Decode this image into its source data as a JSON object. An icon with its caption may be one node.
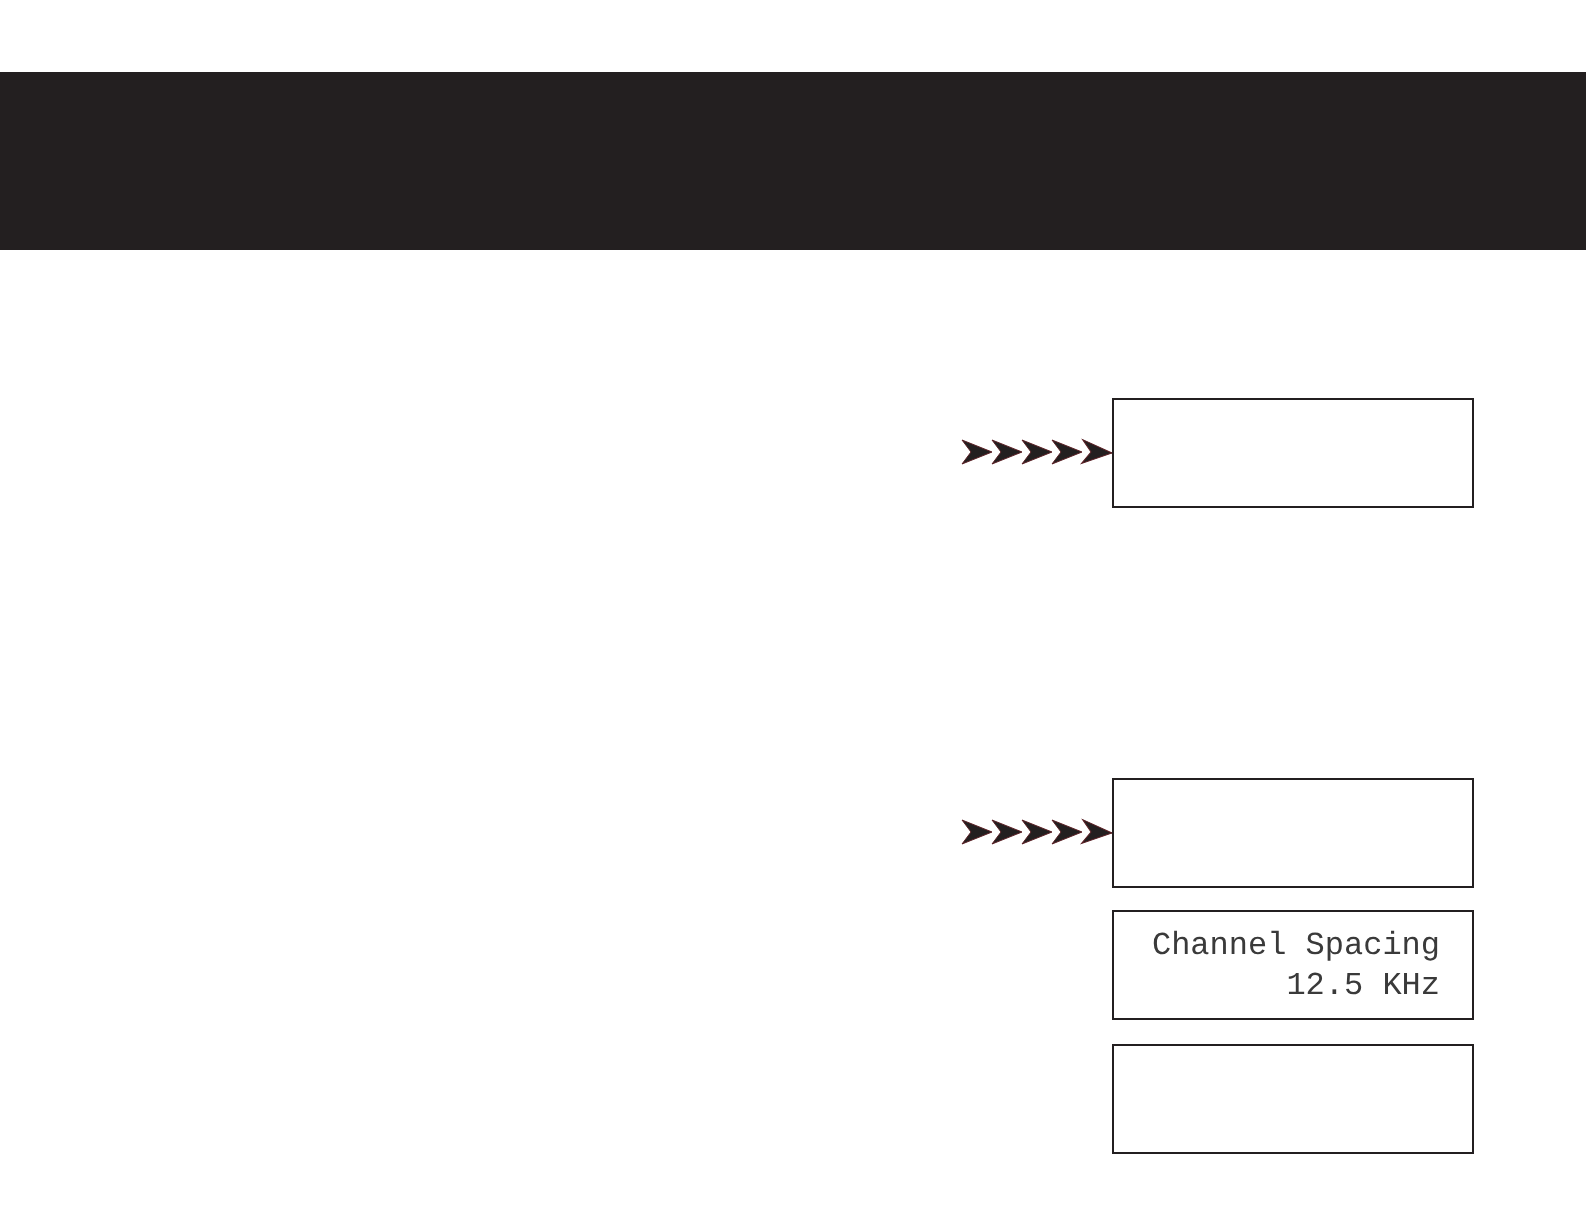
{
  "diagram": {
    "nodes": [
      {
        "text": [],
        "shape": "box"
      },
      {
        "text": [],
        "shape": "box"
      },
      {
        "text": [
          "Channel Spacing",
          "12.5 KHz"
        ]
      },
      {
        "text": [],
        "shape": "box"
      }
    ],
    "edges": [
      {
        "from": null,
        "to": 0,
        "arrow": "to"
      },
      {
        "from": null,
        "to": 1,
        "arrow": "to"
      }
    ]
  }
}
